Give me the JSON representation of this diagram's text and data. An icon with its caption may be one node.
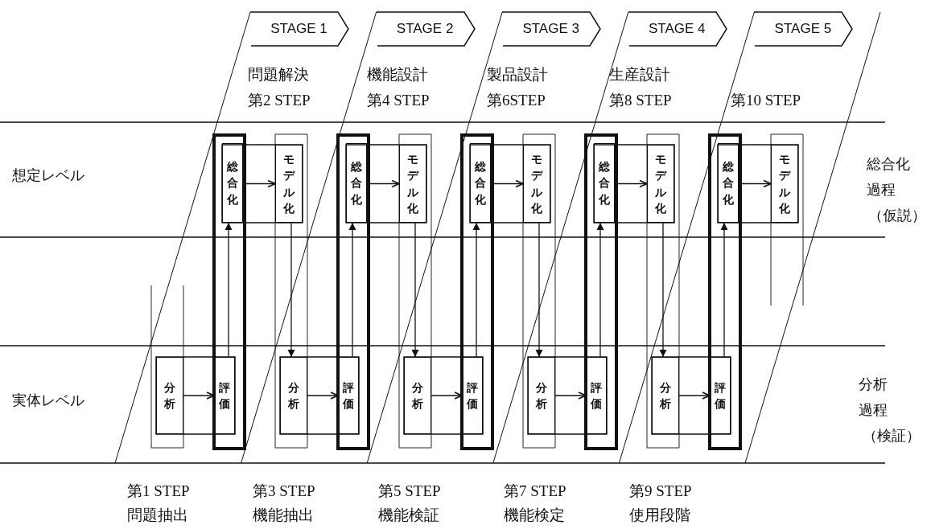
{
  "diagram": {
    "nodes": [
      {
        "text": [
          "STAGE 1"
        ]
      },
      {
        "text": [
          "STAGE 2"
        ]
      },
      {
        "text": [
          "STAGE 3"
        ]
      },
      {
        "text": [
          "STAGE 4"
        ]
      },
      {
        "text": [
          "STAGE 5"
        ]
      },
      {
        "text": [
          "総合化"
        ]
      },
      {
        "text": [
          "モデル化"
        ]
      },
      {
        "text": [
          "総合化"
        ]
      },
      {
        "text": [
          "モデル化"
        ]
      },
      {
        "text": [
          "総合化"
        ]
      },
      {
        "text": [
          "モデル化"
        ]
      },
      {
        "text": [
          "総合化"
        ]
      },
      {
        "text": [
          "モデル化"
        ]
      },
      {
        "text": [
          "総合化"
        ]
      },
      {
        "text": [
          "モデル化"
        ]
      },
      {
        "text": [
          "分析"
        ]
      },
      {
        "text": [
          "評価"
        ]
      },
      {
        "text": [
          "分析"
        ]
      },
      {
        "text": [
          "評価"
        ]
      },
      {
        "text": [
          "分析"
        ]
      },
      {
        "text": [
          "評価"
        ]
      },
      {
        "text": [
          "分析"
        ]
      },
      {
        "text": [
          "評価"
        ]
      },
      {
        "text": [
          "分析"
        ]
      },
      {
        "text": [
          "評価"
        ]
      }
    ],
    "edges": [
      {
        "from": 15,
        "to": 16,
        "arrow": "to"
      },
      {
        "from": 16,
        "to": 5,
        "arrow": "to"
      },
      {
        "from": 5,
        "to": 6,
        "arrow": "to"
      },
      {
        "from": 6,
        "to": 17,
        "arrow": "to"
      },
      {
        "from": 17,
        "to": 18,
        "arrow": "to"
      },
      {
        "from": 18,
        "to": 7,
        "arrow": "to"
      },
      {
        "from": 7,
        "to": 8,
        "arrow": "to"
      },
      {
        "from": 8,
        "to": 19,
        "arrow": "to"
      },
      {
        "from": 19,
        "to": 20,
        "arrow": "to"
      },
      {
        "from": 20,
        "to": 9,
        "arrow": "to"
      },
      {
        "from": 9,
        "to": 10,
        "arrow": "to"
      },
      {
        "from": 10,
        "to": 21,
        "arrow": "to"
      },
      {
        "from": 21,
        "to": 22,
        "arrow": "to"
      },
      {
        "from": 22,
        "to": 11,
        "arrow": "to"
      },
      {
        "from": 11,
        "to": 12,
        "arrow": "to"
      },
      {
        "from": 12,
        "to": 23,
        "arrow": "to"
      },
      {
        "from": 23,
        "to": 24,
        "arrow": "to"
      },
      {
        "from": 24,
        "to": 13,
        "arrow": "to"
      },
      {
        "from": 13,
        "to": 14,
        "arrow": "to"
      }
    ],
    "labels": [
      "問題解決",
      "第2 STEP",
      "機能設計",
      "第4 STEP",
      "製品設計",
      "第6STEP",
      "生産設計",
      "第8 STEP",
      "第10 STEP",
      "想定レベル",
      "総合化",
      "過程",
      "（仮説）",
      "実体レベル",
      "分析",
      "過程",
      "（検証）",
      "第1 STEP",
      "問題抽出",
      "第3 STEP",
      "機能抽出",
      "第5 STEP",
      "機能検証",
      "第7 STEP",
      "機能検定",
      "第9 STEP",
      "使用段階"
    ]
  }
}
